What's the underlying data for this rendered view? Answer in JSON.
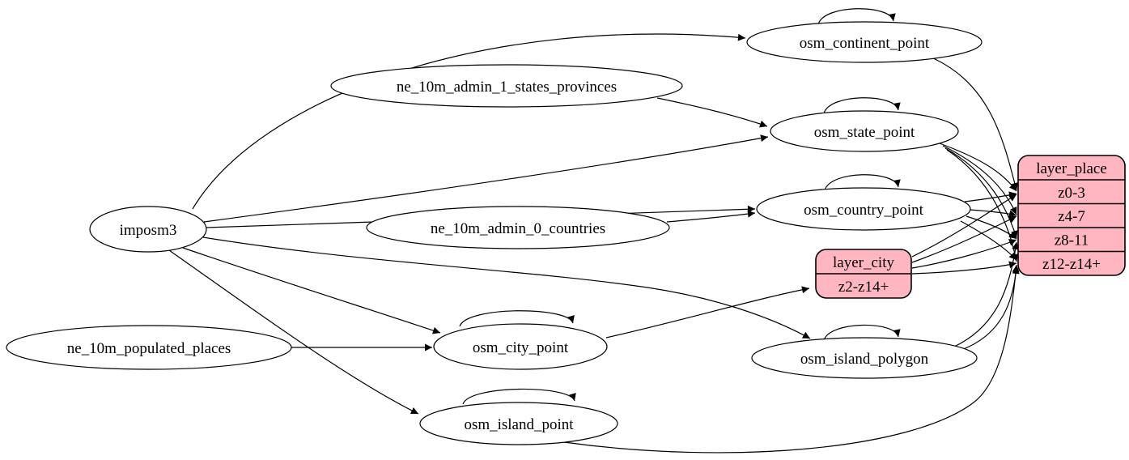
{
  "diagram": {
    "type": "etl-flow-graph",
    "colors": {
      "background": "#ffffff",
      "node_fill": "#ffffff",
      "record_fill": "#ffb6c1",
      "stroke": "#000000"
    },
    "nodes": {
      "imposm3": "imposm3",
      "ne_10m_admin_1_states_provinces": "ne_10m_admin_1_states_provinces",
      "ne_10m_admin_0_countries": "ne_10m_admin_0_countries",
      "ne_10m_populated_places": "ne_10m_populated_places",
      "osm_continent_point": "osm_continent_point",
      "osm_state_point": "osm_state_point",
      "osm_country_point": "osm_country_point",
      "osm_city_point": "osm_city_point",
      "osm_island_polygon": "osm_island_polygon",
      "osm_island_point": "osm_island_point"
    },
    "records": {
      "layer_place": {
        "title": "layer_place",
        "rows": [
          "z0-3",
          "z4-7",
          "z8-11",
          "z12-z14+"
        ]
      },
      "layer_city": {
        "title": "layer_city",
        "rows": [
          "z2-z14+"
        ]
      }
    },
    "edges": [
      {
        "from": "imposm3",
        "to": "osm_continent_point"
      },
      {
        "from": "imposm3",
        "to": "osm_state_point"
      },
      {
        "from": "imposm3",
        "to": "osm_country_point"
      },
      {
        "from": "imposm3",
        "to": "osm_city_point"
      },
      {
        "from": "imposm3",
        "to": "osm_island_polygon"
      },
      {
        "from": "imposm3",
        "to": "osm_island_point"
      },
      {
        "from": "ne_10m_admin_1_states_provinces",
        "to": "osm_state_point"
      },
      {
        "from": "ne_10m_admin_0_countries",
        "to": "osm_country_point"
      },
      {
        "from": "ne_10m_populated_places",
        "to": "osm_city_point"
      },
      {
        "from": "osm_continent_point",
        "to": "osm_continent_point"
      },
      {
        "from": "osm_state_point",
        "to": "osm_state_point"
      },
      {
        "from": "osm_country_point",
        "to": "osm_country_point"
      },
      {
        "from": "osm_city_point",
        "to": "osm_city_point"
      },
      {
        "from": "osm_island_polygon",
        "to": "osm_island_polygon"
      },
      {
        "from": "osm_island_point",
        "to": "osm_island_point"
      },
      {
        "from": "osm_continent_point",
        "to": "layer_place:z0-3"
      },
      {
        "from": "osm_state_point",
        "to": "layer_place:z0-3"
      },
      {
        "from": "osm_state_point",
        "to": "layer_place:z4-7"
      },
      {
        "from": "osm_state_point",
        "to": "layer_place:z8-11"
      },
      {
        "from": "osm_state_point",
        "to": "layer_place:z12-z14+"
      },
      {
        "from": "osm_country_point",
        "to": "layer_place:z0-3"
      },
      {
        "from": "osm_country_point",
        "to": "layer_place:z4-7"
      },
      {
        "from": "osm_country_point",
        "to": "layer_place:z8-11"
      },
      {
        "from": "osm_country_point",
        "to": "layer_place:z12-z14+"
      },
      {
        "from": "osm_island_polygon",
        "to": "layer_place:z8-11"
      },
      {
        "from": "osm_island_polygon",
        "to": "layer_place:z12-z14+"
      },
      {
        "from": "osm_island_point",
        "to": "layer_place:z12-z14+"
      },
      {
        "from": "osm_city_point",
        "to": "layer_city:z2-z14+"
      },
      {
        "from": "layer_city",
        "to": "layer_place:z0-3"
      },
      {
        "from": "layer_city",
        "to": "layer_place:z4-7"
      },
      {
        "from": "layer_city",
        "to": "layer_place:z8-11"
      },
      {
        "from": "layer_city",
        "to": "layer_place:z12-z14+"
      }
    ]
  }
}
